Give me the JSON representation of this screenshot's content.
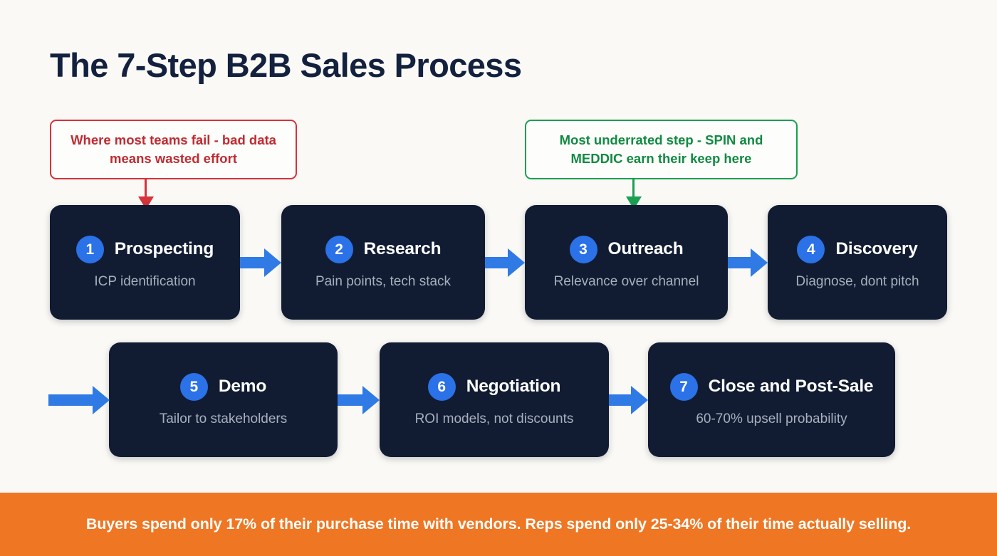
{
  "title": "The 7-Step B2B Sales Process",
  "theme": {
    "background": "#faf9f5",
    "card_background": "#111c33",
    "badge_blue": "#2b71e8",
    "arrow_blue": "#2f7ae5",
    "callout_red": "#d6333a",
    "callout_green": "#1aa053",
    "banner_orange": "#ef7622",
    "title_navy": "#13213f",
    "subtitle_gray": "#a8b0bd"
  },
  "callouts": [
    {
      "id": "prospecting-warning",
      "text": "Where most teams fail - bad data means wasted effort",
      "color": "#d6333a",
      "points_to": "Prospecting"
    },
    {
      "id": "outreach-praise",
      "text": "Most underrated step - SPIN and MEDDIC earn their keep here",
      "color": "#1aa053",
      "points_to": "Outreach"
    }
  ],
  "steps": [
    {
      "number": "1",
      "title": "Prospecting",
      "subtitle": "ICP identification"
    },
    {
      "number": "2",
      "title": "Research",
      "subtitle": "Pain points, tech stack"
    },
    {
      "number": "3",
      "title": "Outreach",
      "subtitle": "Relevance over channel"
    },
    {
      "number": "4",
      "title": "Discovery",
      "subtitle": "Diagnose, dont pitch"
    },
    {
      "number": "5",
      "title": "Demo",
      "subtitle": "Tailor to stakeholders"
    },
    {
      "number": "6",
      "title": "Negotiation",
      "subtitle": "ROI models, not discounts"
    },
    {
      "number": "7",
      "title": "Close and Post-Sale",
      "subtitle": "60-70% upsell probability"
    }
  ],
  "banner": {
    "text": "Buyers spend only 17% of their purchase time with vendors. Reps spend only 25-34% of their time actually selling."
  }
}
